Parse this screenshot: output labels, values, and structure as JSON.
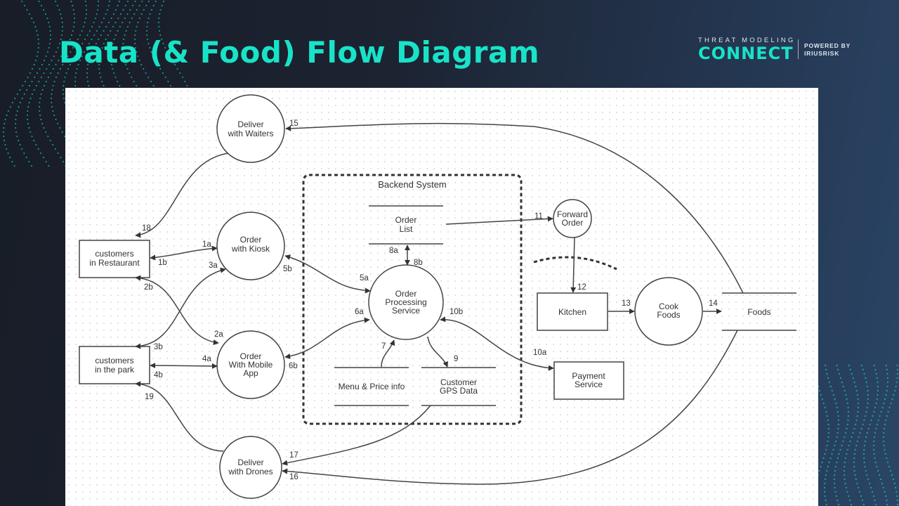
{
  "slide": {
    "title": "Data (& Food) Flow Diagram",
    "logo": {
      "tagline": "THREAT MODELING",
      "brand": "CONNECT",
      "powered_by_line1": "POWERED BY",
      "powered_by_line2": "IRIUSRISK"
    },
    "colors": {
      "accent": "#18e3c8",
      "background": "#1c2331",
      "diagram_stroke": "#444444"
    }
  },
  "diagram": {
    "boundary_label": "Backend System",
    "processes": {
      "deliver_waiters": [
        "Deliver",
        "with Waiters"
      ],
      "order_kiosk": [
        "Order",
        "with Kiosk"
      ],
      "order_mobile": [
        "Order",
        "With Mobile",
        "App"
      ],
      "deliver_drones": [
        "Deliver",
        "with Drones"
      ],
      "order_processing": [
        "Order",
        "Processing",
        "Service"
      ],
      "forward_order": [
        "Forward",
        "Order"
      ],
      "cook_foods": [
        "Cook",
        "Foods"
      ]
    },
    "entities": {
      "customers_restaurant": [
        "customers",
        "in Restaurant"
      ],
      "customers_park": [
        "customers",
        "in the park"
      ],
      "kitchen": [
        "Kitchen"
      ],
      "payment_service": [
        "Payment",
        "Service"
      ]
    },
    "datastores": {
      "order_list": [
        "Order",
        "List"
      ],
      "menu_price": [
        "Menu & Price info"
      ],
      "customer_gps": [
        "Customer",
        "GPS Data"
      ],
      "foods": [
        "Foods"
      ]
    },
    "flow_labels": {
      "f1a": "1a",
      "f1b": "1b",
      "f2a": "2a",
      "f2b": "2b",
      "f3a": "3a",
      "f3b": "3b",
      "f4a": "4a",
      "f4b": "4b",
      "f5a": "5a",
      "f5b": "5b",
      "f6a": "6a",
      "f6b": "6b",
      "f7": "7",
      "f8a": "8a",
      "f8b": "8b",
      "f9": "9",
      "f10a": "10a",
      "f10b": "10b",
      "f11": "11",
      "f12": "12",
      "f13": "13",
      "f14": "14",
      "f15": "15",
      "f16": "16",
      "f17": "17",
      "f18": "18",
      "f19": "19"
    }
  }
}
